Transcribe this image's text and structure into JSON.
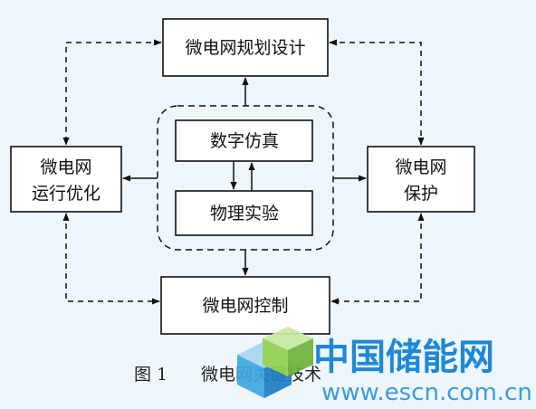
{
  "nodes": {
    "planning": "微电网规划设计",
    "operation_line1": "微电网",
    "operation_line2": "运行优化",
    "simulation": "数字仿真",
    "experiment": "物理实验",
    "protection_line1": "微电网",
    "protection_line2": "保护",
    "control": "微电网控制"
  },
  "caption": {
    "label": "图 1",
    "title": "微电网关键技术"
  },
  "watermark": {
    "brand": "中国储能网",
    "url": "www.escn.com.cn"
  },
  "colors": {
    "background": "#eef6fb",
    "line": "#111111",
    "watermark_blue": "#1e88d8",
    "watermark_green": "#7ac143"
  }
}
